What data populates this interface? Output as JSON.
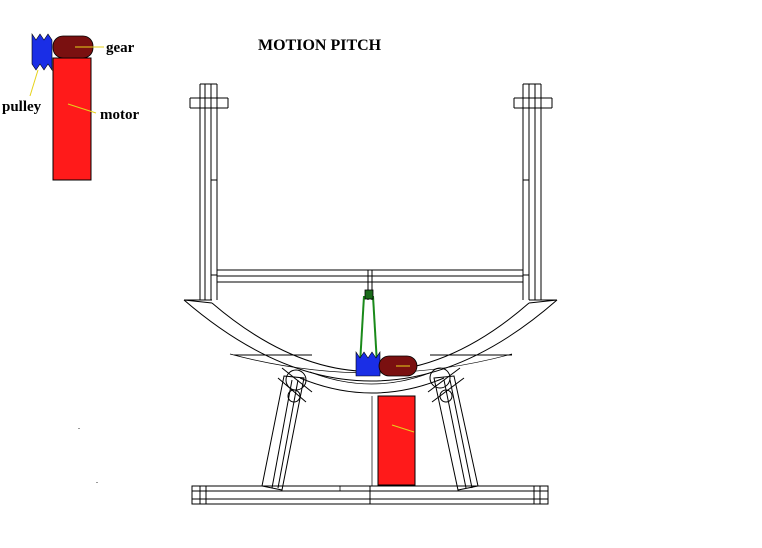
{
  "title": "MOTION  PITCH",
  "legend": {
    "gear_label": "gear",
    "pulley_label": "pulley",
    "motor_label": "motor"
  },
  "colors": {
    "motor": "#ff1a1a",
    "gear": "#7a1010",
    "pulley": "#1a2ee6",
    "belt": "#1a8a1a",
    "leader": "#e6d21a",
    "frame": "#000000"
  }
}
